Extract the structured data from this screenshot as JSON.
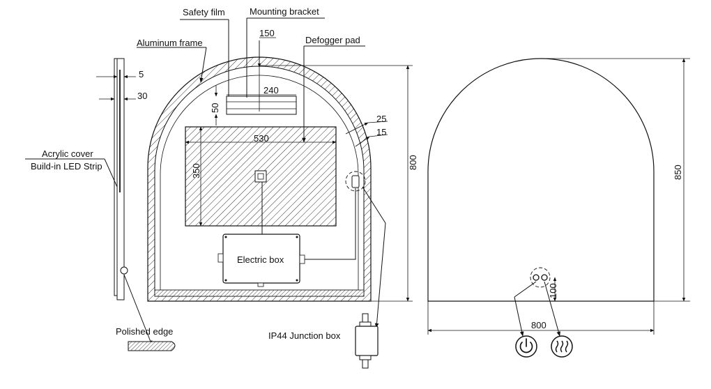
{
  "labels": {
    "safety_film": "Safety film",
    "mounting_bracket": "Mounting bracket",
    "aluminum_frame": "Aluminum frame",
    "defogger_pad": "Defogger pad",
    "acrylic_cover": "Acrylic cover",
    "led_strip": "Build-in LED Strip",
    "electric_box": "Electric box",
    "polished_edge": "Polished edge",
    "junction_box": "IP44 Junction box"
  },
  "dimensions": {
    "bracket_offset": "150",
    "bracket_width": "240",
    "bracket_height": "50",
    "edge_5": "5",
    "edge_30": "30",
    "frame_25": "25",
    "frame_15": "15",
    "pad_width": "530",
    "pad_height": "350",
    "side_height": "800",
    "front_height": "850",
    "front_width": "800",
    "button_offset": "100"
  },
  "icons": [
    "power-icon",
    "defogger-heat-icon"
  ]
}
